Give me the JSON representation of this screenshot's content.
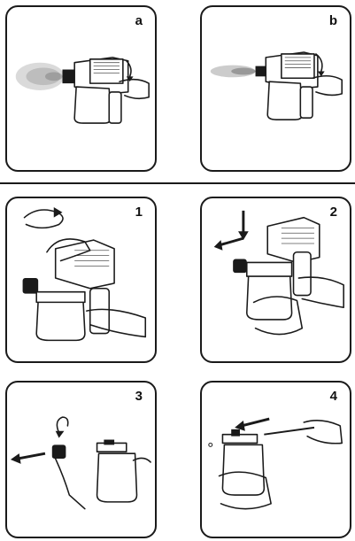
{
  "panels": [
    {
      "id": "a",
      "label": "a"
    },
    {
      "id": "b",
      "label": "b"
    },
    {
      "id": "1",
      "label": "1"
    },
    {
      "id": "2",
      "label": "2"
    },
    {
      "id": "3",
      "label": "3"
    },
    {
      "id": "4",
      "label": "4"
    }
  ],
  "icons": [
    "rotate-arrow-icon",
    "push-down-arrow-icon",
    "left-arrow-icon",
    "curved-arrow-icon"
  ]
}
